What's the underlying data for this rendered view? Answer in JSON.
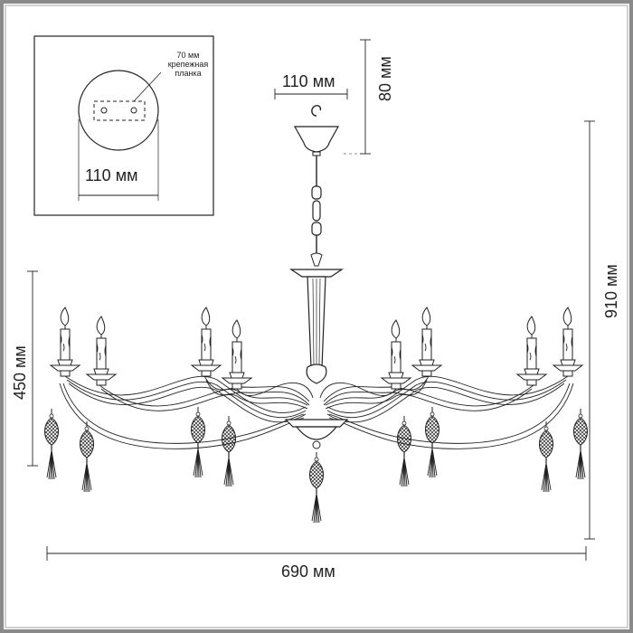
{
  "inset": {
    "plate_width": "110 мм",
    "bracket_note_line1": "70 мм",
    "bracket_note_line2": "крепежная",
    "bracket_note_line3": "планка"
  },
  "dimensions": {
    "canopy_width": "110 мм",
    "canopy_height": "80 мм",
    "total_height": "910 мм",
    "arms_height": "450 мм",
    "total_width": "690 мм"
  }
}
